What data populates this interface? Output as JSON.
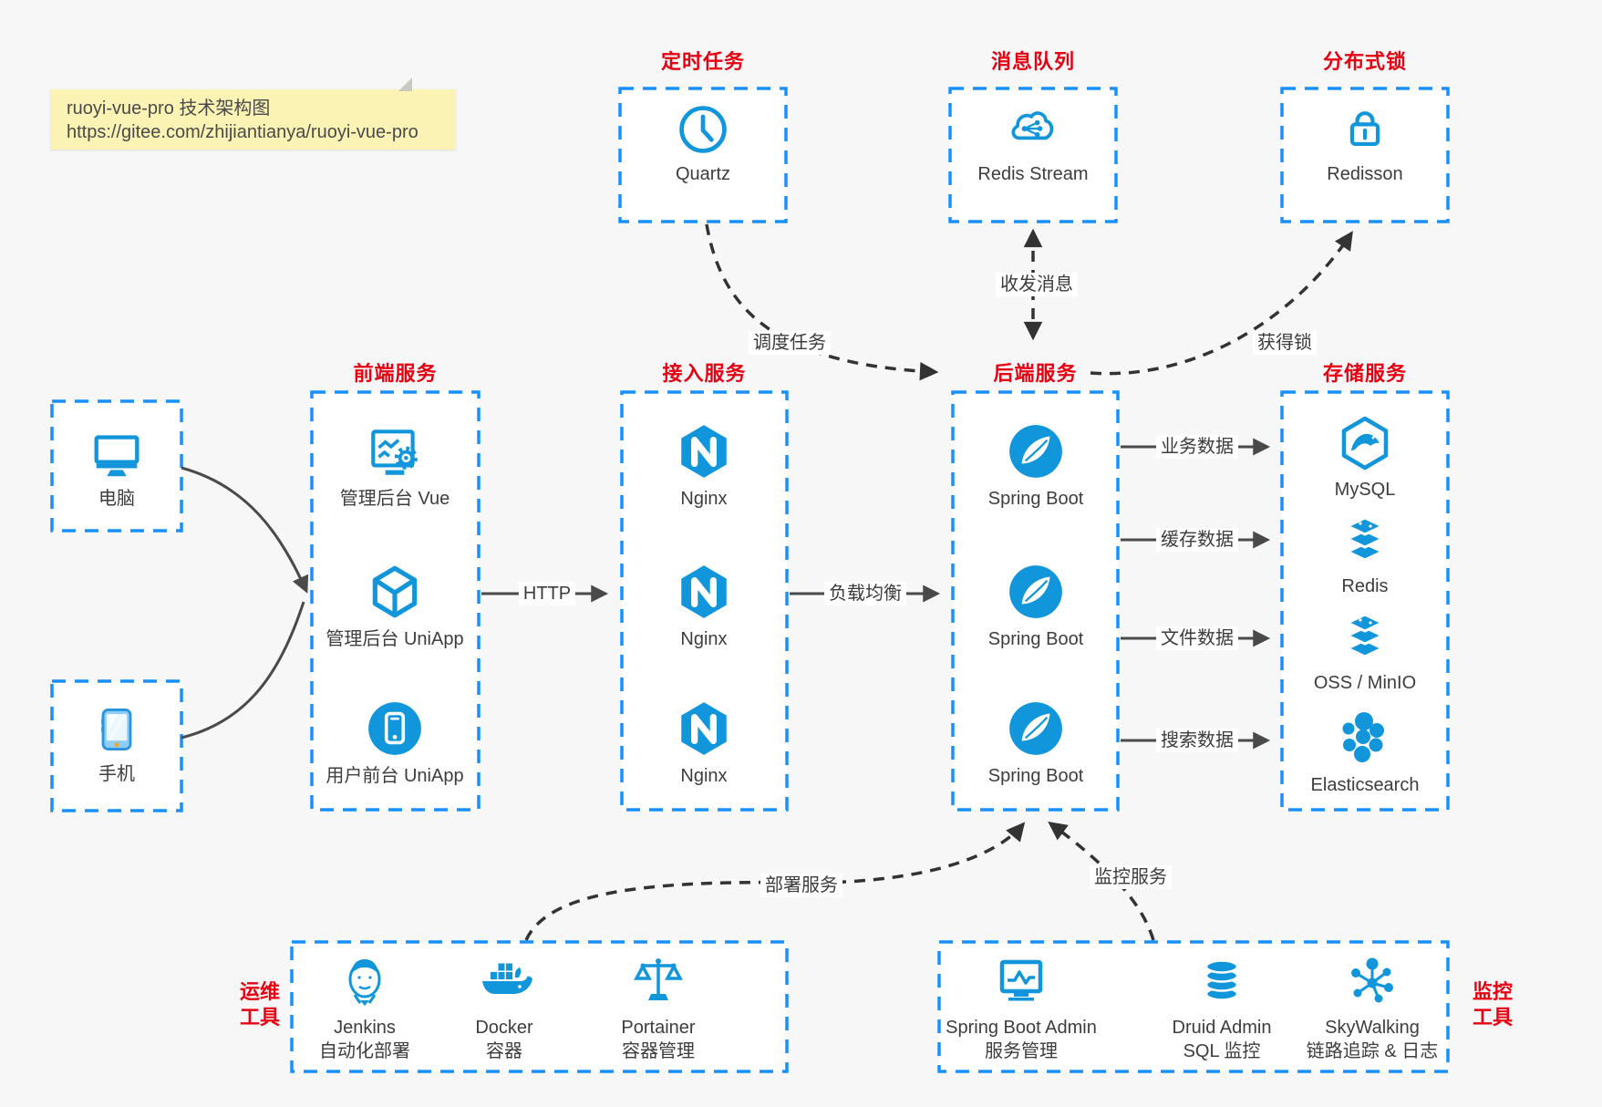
{
  "note": {
    "line1": "ruoyi-vue-pro 技术架构图",
    "line2": "https://gitee.com/zhijiantianya/ruoyi-vue-pro"
  },
  "sections": {
    "scheduled_jobs": "定时任务",
    "message_queue": "消息队列",
    "distributed_lock": "分布式锁",
    "frontend": "前端服务",
    "gateway": "接入服务",
    "backend": "后端服务",
    "storage": "存储服务",
    "devops_line1": "运维",
    "devops_line2": "工具",
    "monitoring_line1": "监控",
    "monitoring_line2": "工具"
  },
  "nodes": {
    "quartz": "Quartz",
    "redis_stream": "Redis Stream",
    "redisson": "Redisson",
    "computer": "电脑",
    "phone": "手机",
    "admin_vue": "管理后台 Vue",
    "admin_uniapp": "管理后台 UniApp",
    "user_uniapp": "用户前台 UniApp",
    "nginx1": "Nginx",
    "nginx2": "Nginx",
    "nginx3": "Nginx",
    "spring1": "Spring Boot",
    "spring2": "Spring Boot",
    "spring3": "Spring Boot",
    "mysql": "MySQL",
    "redis": "Redis",
    "oss": "OSS / MinIO",
    "elasticsearch": "Elasticsearch",
    "jenkins_line1": "Jenkins",
    "jenkins_line2": "自动化部署",
    "docker_line1": "Docker",
    "docker_line2": "容器",
    "portainer_line1": "Portainer",
    "portainer_line2": "容器管理",
    "sba_line1": "Spring Boot Admin",
    "sba_line2": "服务管理",
    "druid_line1": "Druid Admin",
    "druid_line2": "SQL 监控",
    "skywalking_line1": "SkyWalking",
    "skywalking_line2": "链路追踪 & 日志"
  },
  "edges": {
    "http": "HTTP",
    "load_balance": "负载均衡",
    "schedule_task": "调度任务",
    "send_receive_msg": "收发消息",
    "acquire_lock": "获得锁",
    "business_data": "业务数据",
    "cache_data": "缓存数据",
    "file_data": "文件数据",
    "search_data": "搜索数据",
    "deploy_service": "部署服务",
    "monitor_service": "监控服务"
  },
  "colors": {
    "box_border_blue": "#1890ff",
    "icon_blue": "#1296db",
    "title_red": "#e60012",
    "note_yellow": "#fbf3b4",
    "canvas_gray": "#f7f7f8",
    "arrow_solid": "#4a4a4a",
    "arrow_dashed": "#333333"
  }
}
